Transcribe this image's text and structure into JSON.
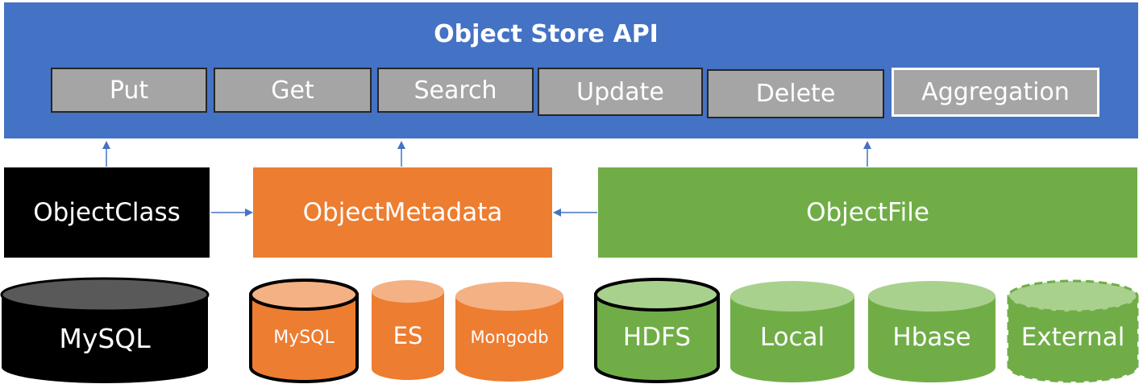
{
  "api": {
    "title": "Object Store API",
    "operations": [
      "Put",
      "Get",
      "Search",
      "Update",
      "Delete",
      "Aggregation"
    ]
  },
  "components": {
    "object_class": "ObjectClass",
    "object_metadata": "ObjectMetadata",
    "object_file": "ObjectFile"
  },
  "stores": {
    "class_store": "MySQL",
    "metadata_stores": [
      "MySQL",
      "ES",
      "Mongodb"
    ],
    "file_stores": [
      "HDFS",
      "Local",
      "Hbase",
      "External"
    ]
  },
  "colors": {
    "api_blue": "#4472C4",
    "gray": "#A5A5A5",
    "black": "#000000",
    "orange": "#ED7D31",
    "light_orange": "#F4B183",
    "green": "#70AD47",
    "light_green": "#A9D18E"
  }
}
